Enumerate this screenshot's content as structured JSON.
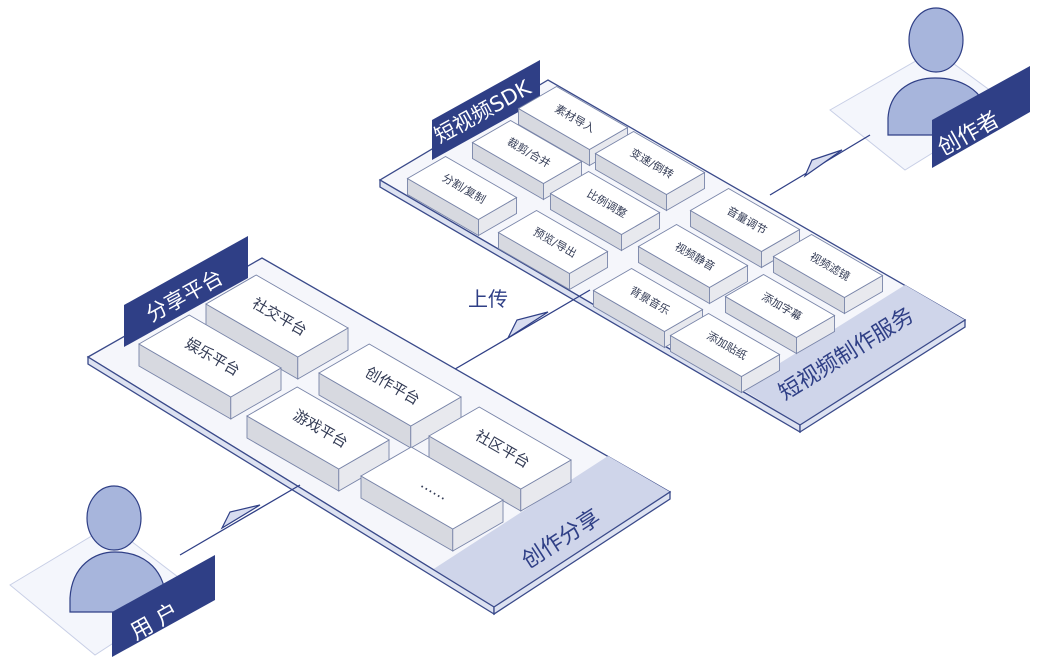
{
  "sdk_panel": {
    "title": "短视频SDK",
    "footer_label": "短视频制作服务",
    "modules": [
      "素材导入",
      "裁剪/合并",
      "变速/倒转",
      "分割/复制",
      "比例调整",
      "音量调节",
      "预览/导出",
      "视频静音",
      "视频滤镜",
      "背景音乐",
      "添加字幕",
      "添加贴纸"
    ]
  },
  "share_panel": {
    "title": "分享平台",
    "footer_label": "创作分享",
    "platforms": [
      "社交平台",
      "娱乐平台",
      "创作平台",
      "游戏平台",
      "社区平台",
      "......"
    ]
  },
  "creator": {
    "label": "创作者"
  },
  "user": {
    "label": "用 户"
  },
  "upload": {
    "label": "上传"
  },
  "colors": {
    "accent": "#2f3f86",
    "plate": "#f5f6fb",
    "person": "#a7b5dc"
  }
}
